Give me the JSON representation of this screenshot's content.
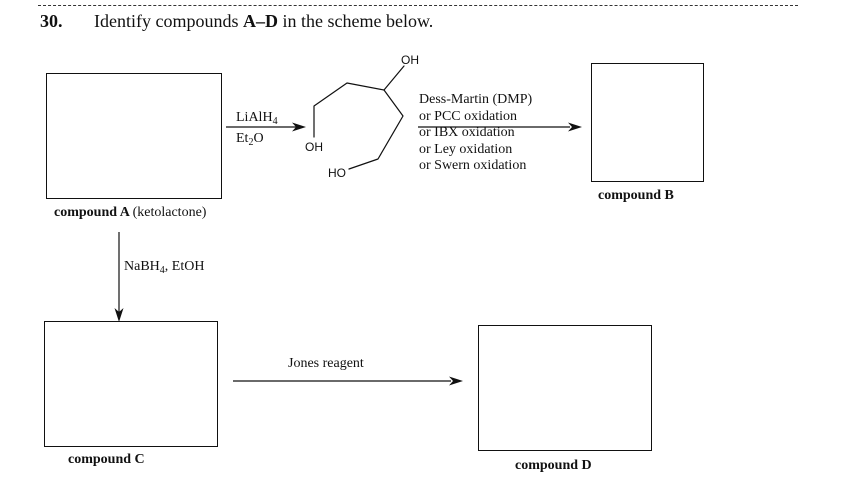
{
  "question": {
    "number": "30.",
    "text_prefix": "Identify compounds ",
    "text_bold": "A–D",
    "text_suffix": " in the scheme below."
  },
  "compound_a": {
    "label": "compound A",
    "note": "(ketolactone)"
  },
  "compound_b": {
    "label": "compound B"
  },
  "compound_c": {
    "label": "compound C"
  },
  "compound_d": {
    "label": "compound D"
  },
  "reduction_lialh4": {
    "reagent": "LiAlH",
    "reagent_sub": "4",
    "solvent": "Et",
    "solvent_sub": "2",
    "solvent_tail": "O"
  },
  "reduction_nabh4": {
    "reagent": "NaBH",
    "reagent_sub": "4",
    "tail": ", EtOH"
  },
  "oxidation_options": [
    "Dess-Martin (DMP)",
    "or PCC oxidation",
    "or IBX oxidation",
    "or Ley oxidation",
    "or Swern oxidation"
  ],
  "jones": {
    "reagent": "Jones reagent"
  },
  "triol": {
    "oh_top": "OH",
    "oh_left": "OH",
    "ho_bottom": "HO"
  },
  "colors": {
    "ink": "#111111",
    "background": "#ffffff"
  }
}
